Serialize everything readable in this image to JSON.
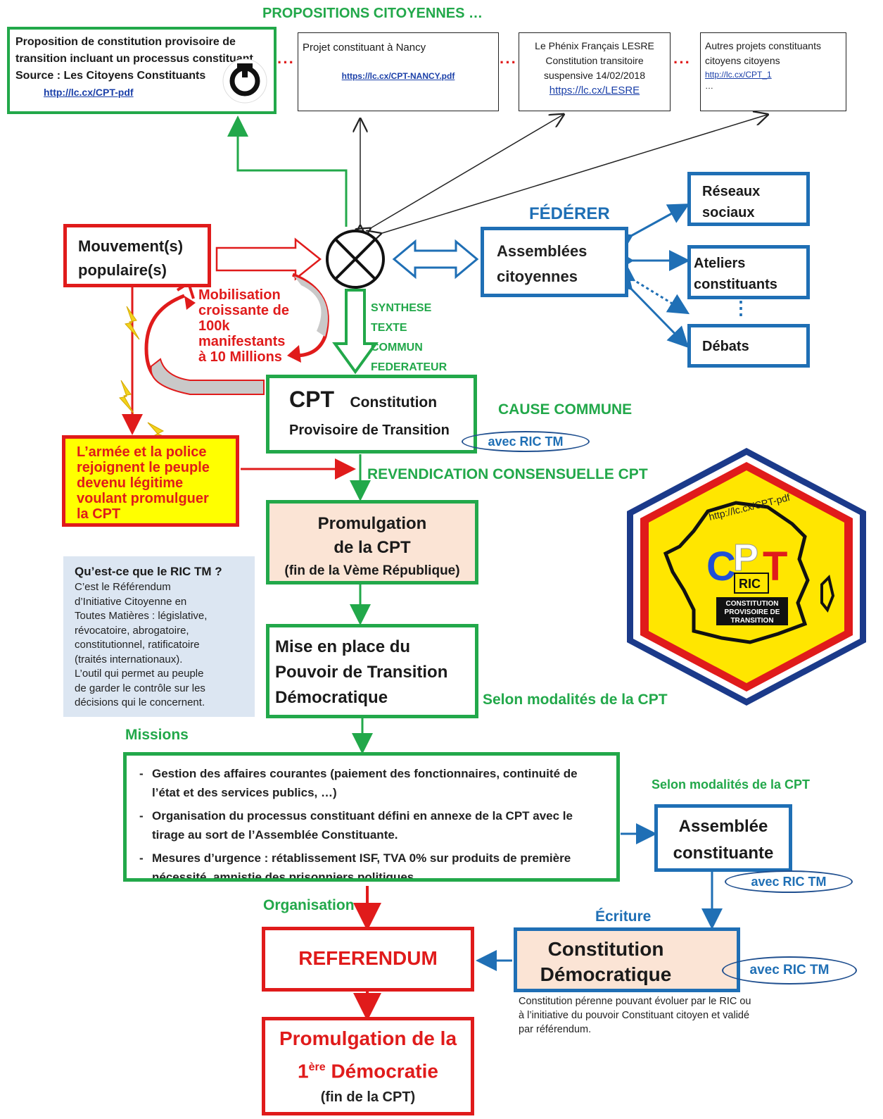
{
  "header": {
    "title": "PROPOSITIONS CITOYENNES …"
  },
  "proposals": {
    "p1": {
      "line1": "Proposition de constitution provisoire de",
      "line2": "transition incluant un processus constituant",
      "line3": "Source : Les Citoyens Constituants",
      "link": "http://lc.cx/CPT-pdf"
    },
    "p2": {
      "line1": "Projet constituant à Nancy",
      "link": "https://lc.cx/CPT-NANCY.pdf"
    },
    "p3": {
      "line1": "Le Phénix Français LESRE",
      "line2": "Constitution transitoire",
      "line3": "suspensive 14/02/2018",
      "link": "https://lc.cx/LESRE"
    },
    "p4": {
      "line1": "Autres projets constituants",
      "line2": "citoyens citoyens",
      "link": "http://lc.cx/CPT_1",
      "more": "…"
    },
    "separator": "···"
  },
  "movements": {
    "line1": "Mouvement(s)",
    "line2": "populaire(s)"
  },
  "mobilisation": {
    "line1": "Mobilisation",
    "line2": "croissante de",
    "line3": "100k",
    "line4": "manifestants",
    "line5": "à 10 Millions"
  },
  "federer": {
    "label": "FÉDÉRER"
  },
  "assemblies": {
    "line1": "Assemblées",
    "line2": "citoyennes"
  },
  "right_boxes": {
    "reseaux": {
      "line1": "Réseaux",
      "line2": "sociaux"
    },
    "ateliers": {
      "line1": "Ateliers",
      "line2": "constituants"
    },
    "vdots": "⋮",
    "debats": "Débats"
  },
  "synthese": {
    "l1": "SYNTHESE",
    "l2": "TEXTE",
    "l3": "COMMUN",
    "l4": "FEDERATEUR"
  },
  "cpt": {
    "abbr": "CPT",
    "line1": "Constitution",
    "line2": "Provisoire de Transition"
  },
  "cause_commune": "CAUSE COMMUNE",
  "ric_pill": "avec RIC TM",
  "armee": {
    "line1": "L’armée et la police",
    "line2": "rejoignent le peuple",
    "line3": "devenu légitime",
    "line4": "voulant promulguer",
    "line5": "la CPT"
  },
  "revendication": "REVENDICATION CONSENSUELLE CPT",
  "promulgation_cpt": {
    "line1": "Promulgation",
    "line2": "de la CPT",
    "line3": "(fin de la Vème République)"
  },
  "ric_info": {
    "title": "Qu’est-ce que le RIC TM ?",
    "lines": [
      "C’est le Référendum",
      "d’Initiative Citoyenne en",
      "Toutes Matières : législative,",
      "révocatoire, abrogatoire,",
      "constitutionnel, ratificatoire",
      "(traités internationaux).",
      "L’outil qui permet au peuple",
      "de garder le contrôle sur les",
      "décisions qui le concernent."
    ]
  },
  "logo": {
    "url": "http://lc.cx/CPT-pdf",
    "c": "C",
    "p": "P",
    "t": "T",
    "ric": "RIC",
    "sub1": "CONSTITUTION",
    "sub2": "PROVISOIRE DE",
    "sub3": "TRANSITION"
  },
  "pouvoir": {
    "line1": "Mise en place du",
    "line2": "Pouvoir de Transition",
    "line3": "Démocratique"
  },
  "selon1": "Selon modalités de la CPT",
  "missions_label": "Missions",
  "missions": {
    "m1": "Gestion des affaires courantes (paiement des fonctionnaires, continuité de l’état et des services publics, …)",
    "m2": "Organisation du processus constituant défini en annexe de la CPT  avec le tirage au sort de l’Assemblée Constituante.",
    "m3": "Mesures d’urgence : rétablissement ISF, TVA 0% sur produits de première nécessité, amnistie des prisonniers politiques, …"
  },
  "selon2": "Selon modalités de la CPT",
  "assemblee_constituante": {
    "line1": "Assemblée",
    "line2": "constituante"
  },
  "organisation": "Organisation",
  "ecriture": "Écriture",
  "referendum": "REFERENDUM",
  "constitution_dem": {
    "line1": "Constitution",
    "line2": "Démocratique"
  },
  "constitution_note": {
    "line1": "Constitution pérenne pouvant évoluer par le RIC ou",
    "line2": "à l’initiative du pouvoir Constituant citoyen et validé",
    "line3": "par référendum."
  },
  "promulgation_dem": {
    "line1": "Promulgation de la",
    "ordinal_num": "1",
    "ordinal_sup": "ère",
    "line2": "Démocratie",
    "line3": "(fin de la CPT)"
  }
}
